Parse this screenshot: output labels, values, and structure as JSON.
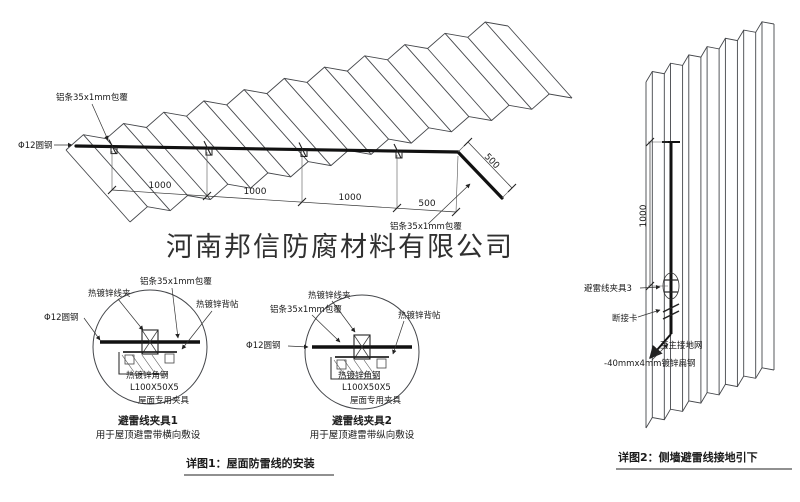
{
  "watermark": "河南邦信防腐材料有限公司",
  "colors": {
    "red": "#cc2222",
    "ink": "#1a1a1a",
    "watermark": "#a8a8a8"
  },
  "roof": {
    "label_strip_top": "铝条35x1mm包覆",
    "label_rod": "Φ12圆钢",
    "label_strip_bottom": "铝条35x1mm包覆",
    "dim1": "1000",
    "dim2": "1000",
    "dim3": "1000",
    "dim4": "500",
    "dim_slope": "500"
  },
  "detail1": {
    "clamp": "热镀锌线夹",
    "strip": "铝条35x1mm包覆",
    "backing": "热镀锌背帖",
    "rod": "Φ12圆钢",
    "angle": "热镀锌角钢",
    "angle_spec": "L100X50X5",
    "fixture": "屋面专用夹具",
    "title": "避雷线夹具1",
    "subtitle": "用于屋顶避雷带横向敷设"
  },
  "detail2": {
    "clamp": "热镀锌线夹",
    "strip": "铝条35x1mm包覆",
    "backing": "热镀锌背帖",
    "rod": "Φ12圆钢",
    "angle": "热镀锌角钢",
    "angle_spec": "L100X50X5",
    "fixture": "屋面专用夹具",
    "title": "避雷线夹具2",
    "subtitle": "用于屋顶避雷带纵向敷设"
  },
  "wall": {
    "dim": "1000",
    "clamp3": "避雷线夹具3",
    "disconnect": "断接卡",
    "to_ground": "至主接地网",
    "flat_steel": "-40mmx4mm镀锌扁钢"
  },
  "captions": {
    "detail1": "详图1：屋面防雷线的安装",
    "detail2": "详图2：侧墙避雷线接地引下"
  }
}
